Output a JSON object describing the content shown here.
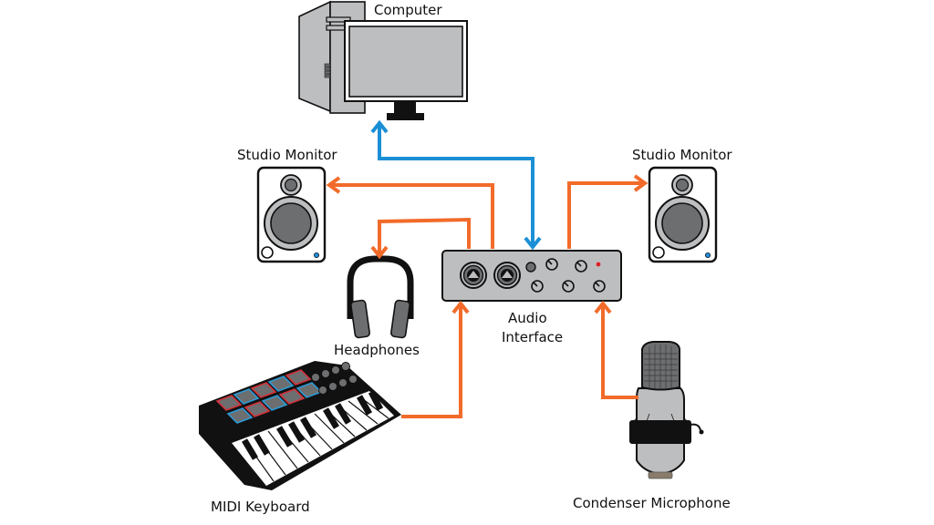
{
  "diagram": {
    "title": "Home studio audio interface connection diagram",
    "colors": {
      "audio_signal": "#F26B2A",
      "usb_data": "#1B8FD6",
      "device_gray": "#BDBEC0",
      "dark_gray": "#6D6E70",
      "outline": "#111111",
      "pad_red": "#D4313A",
      "pad_blue": "#2E9AD6",
      "led_red": "#E0202A",
      "led_blue": "#1E90E0"
    },
    "nodes": [
      {
        "id": "computer",
        "label": "Computer",
        "icon": "computer-tower-and-monitor-icon"
      },
      {
        "id": "monitor_left",
        "label": "Studio Monitor",
        "icon": "studio-monitor-speaker-icon"
      },
      {
        "id": "monitor_right",
        "label": "Studio Monitor",
        "icon": "studio-monitor-speaker-icon"
      },
      {
        "id": "headphones",
        "label": "Headphones",
        "icon": "headphones-icon"
      },
      {
        "id": "audio_interface",
        "label_line1": "Audio",
        "label_line2": "Interface",
        "icon": "audio-interface-icon"
      },
      {
        "id": "midi_keyboard",
        "label": "MIDI Keyboard",
        "icon": "midi-keyboard-icon"
      },
      {
        "id": "microphone",
        "label": "Condenser Microphone",
        "icon": "condenser-microphone-icon"
      }
    ],
    "connections": [
      {
        "from": "audio_interface",
        "to": "computer",
        "type": "usb_data",
        "bidirectional": true
      },
      {
        "from": "audio_interface",
        "to": "monitor_left",
        "type": "audio_signal",
        "bidirectional": false
      },
      {
        "from": "audio_interface",
        "to": "monitor_right",
        "type": "audio_signal",
        "bidirectional": false
      },
      {
        "from": "audio_interface",
        "to": "headphones",
        "type": "audio_signal",
        "bidirectional": false
      },
      {
        "from": "midi_keyboard",
        "to": "audio_interface",
        "type": "audio_signal",
        "bidirectional": false
      },
      {
        "from": "microphone",
        "to": "audio_interface",
        "type": "audio_signal",
        "bidirectional": false
      }
    ]
  }
}
